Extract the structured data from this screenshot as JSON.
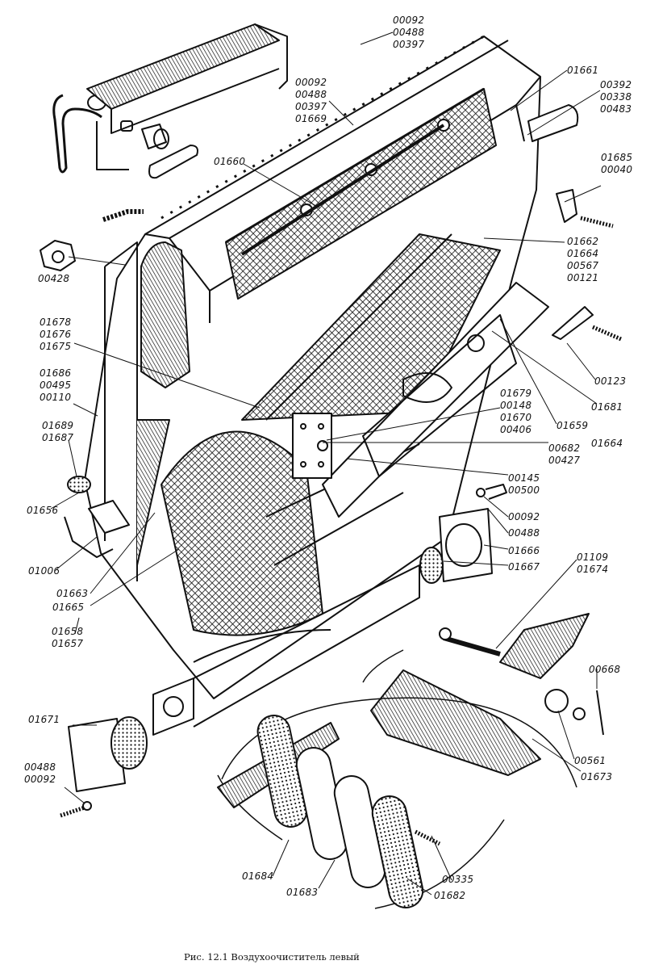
{
  "caption": "Рис. 12.1 Воздухоочиститель левый",
  "labels": {
    "g_top_a": [
      "00092",
      "00488",
      "00397"
    ],
    "g_top_b": [
      "00092",
      "00488",
      "00397",
      "01669"
    ],
    "p01661": "01661",
    "g_right_a": [
      "00392",
      "00338",
      "00483"
    ],
    "g_right_b": [
      "01685",
      "00040"
    ],
    "p01660": "01660",
    "p00428": "00428",
    "g_right_c": [
      "01662",
      "01664",
      "00567",
      "00121"
    ],
    "g_left_a": [
      "01678",
      "01676",
      "01675"
    ],
    "g_left_b": [
      "01686",
      "00495",
      "00110"
    ],
    "p00123": "00123",
    "p01681": "01681",
    "g_mid_a": [
      "01679",
      "00148",
      "01670",
      "00406"
    ],
    "p01659": "01659",
    "p01664b": "01664",
    "g_left_c": [
      "01689",
      "01687"
    ],
    "g_mid_b": [
      "00682",
      "00427"
    ],
    "g_mid_c": [
      "00145",
      "00500"
    ],
    "p01656": "01656",
    "p00092b": "00092",
    "p00488b": "00488",
    "p01666": "01666",
    "p01667": "01667",
    "p01006": "01006",
    "g_right_d": [
      "01109",
      "01674"
    ],
    "p01663": "01663",
    "p01665": "01665",
    "g_left_d": [
      "01658",
      "01657"
    ],
    "p00668": "00668",
    "p01671": "01671",
    "g_left_e": [
      "00488",
      "00092"
    ],
    "p00561": "00561",
    "p01673": "01673",
    "p00335": "00335",
    "p01684": "01684",
    "p01683": "01683",
    "p01682": "01682"
  }
}
